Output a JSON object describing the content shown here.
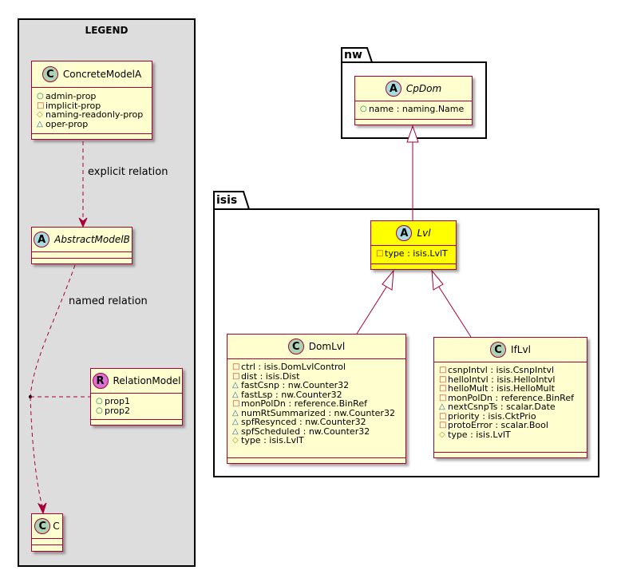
{
  "legend": {
    "title": "LEGEND",
    "concrete_model": {
      "name": "ConcreteModelA",
      "stereotype": "C",
      "attrs": [
        {
          "vis": "public",
          "text": "admin-prop"
        },
        {
          "vis": "private",
          "text": "implicit-prop"
        },
        {
          "vis": "protected",
          "text": "naming-readonly-prop"
        },
        {
          "vis": "package",
          "text": "oper-prop"
        }
      ]
    },
    "explicit_relation_label": "explicit relation",
    "abstract_model": {
      "name": "AbstractModelB",
      "stereotype": "A"
    },
    "named_relation_label": "named relation",
    "relation_model": {
      "name": "RelationModel",
      "stereotype": "R",
      "attrs": [
        {
          "vis": "public",
          "text": "prop1"
        },
        {
          "vis": "public",
          "text": "prop2"
        }
      ]
    },
    "c_model": {
      "name": "C",
      "stereotype": "C"
    }
  },
  "packages": {
    "nw": {
      "name": "nw",
      "cpdom": {
        "name": "CpDom",
        "stereotype": "A",
        "attrs": [
          {
            "vis": "public",
            "text": "name : naming.Name"
          }
        ]
      }
    },
    "isis": {
      "name": "isis",
      "lvl": {
        "name": "Lvl",
        "stereotype": "A",
        "attrs": [
          {
            "vis": "private",
            "text": "type : isis.LvlT"
          }
        ]
      },
      "domlvl": {
        "name": "DomLvl",
        "stereotype": "C",
        "attrs": [
          {
            "vis": "private",
            "text": "ctrl : isis.DomLvlControl"
          },
          {
            "vis": "private",
            "text": "dist : isis.Dist"
          },
          {
            "vis": "package",
            "text": "fastCsnp : nw.Counter32"
          },
          {
            "vis": "package",
            "text": "fastLsp : nw.Counter32"
          },
          {
            "vis": "private",
            "text": "monPolDn : reference.BinRef"
          },
          {
            "vis": "package",
            "text": "numRtSummarized : nw.Counter32"
          },
          {
            "vis": "package",
            "text": "spfResynced : nw.Counter32"
          },
          {
            "vis": "package",
            "text": "spfScheduled : nw.Counter32"
          },
          {
            "vis": "protected",
            "text": "type : isis.LvlT"
          }
        ]
      },
      "iflvl": {
        "name": "IfLvl",
        "stereotype": "C",
        "attrs": [
          {
            "vis": "private",
            "text": "csnpIntvl : isis.CsnpIntvl"
          },
          {
            "vis": "private",
            "text": "helloIntvl : isis.HelloIntvl"
          },
          {
            "vis": "private",
            "text": "helloMult : isis.HelloMult"
          },
          {
            "vis": "private",
            "text": "monPolDn : reference.BinRef"
          },
          {
            "vis": "package",
            "text": "nextCsnpTs : scalar.Date"
          },
          {
            "vis": "private",
            "text": "priority : isis.CktPrio"
          },
          {
            "vis": "private",
            "text": "protoError : scalar.Bool"
          },
          {
            "vis": "protected",
            "text": "type : isis.LvlT"
          }
        ]
      }
    }
  },
  "colors": {
    "class_fill": "#FEFECE",
    "class_border": "#A80036",
    "highlight_fill": "#FFFF00",
    "legend_bg": "#DDDDDD"
  }
}
